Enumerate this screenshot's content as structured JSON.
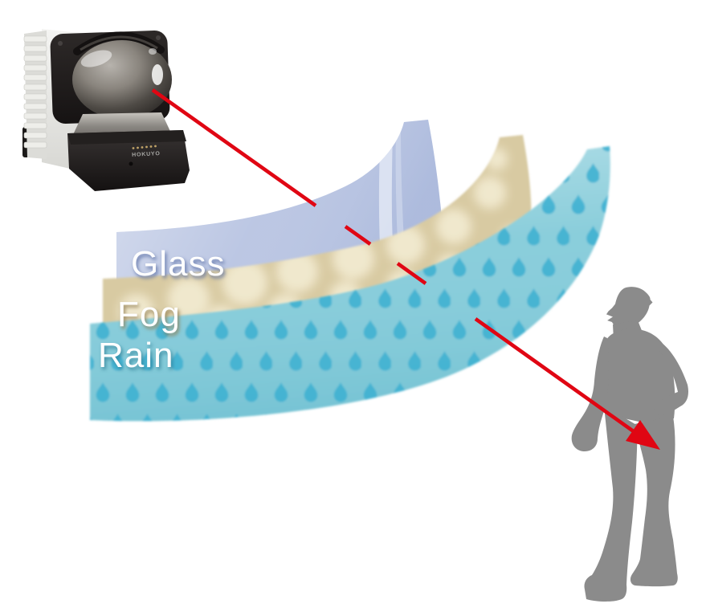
{
  "background": "#ffffff",
  "device": {
    "brand": "HOKUYO"
  },
  "layers": [
    {
      "label": "Glass",
      "color": "#b6c2e1"
    },
    {
      "label": "Fog",
      "color": "#d8caa2"
    },
    {
      "label": "Rain",
      "color": "#84cbd9",
      "drop_color": "#3fb2d2"
    }
  ],
  "beam": {
    "color": "#e00613"
  },
  "person": {
    "silhouette_color": "#8b8b8b"
  }
}
